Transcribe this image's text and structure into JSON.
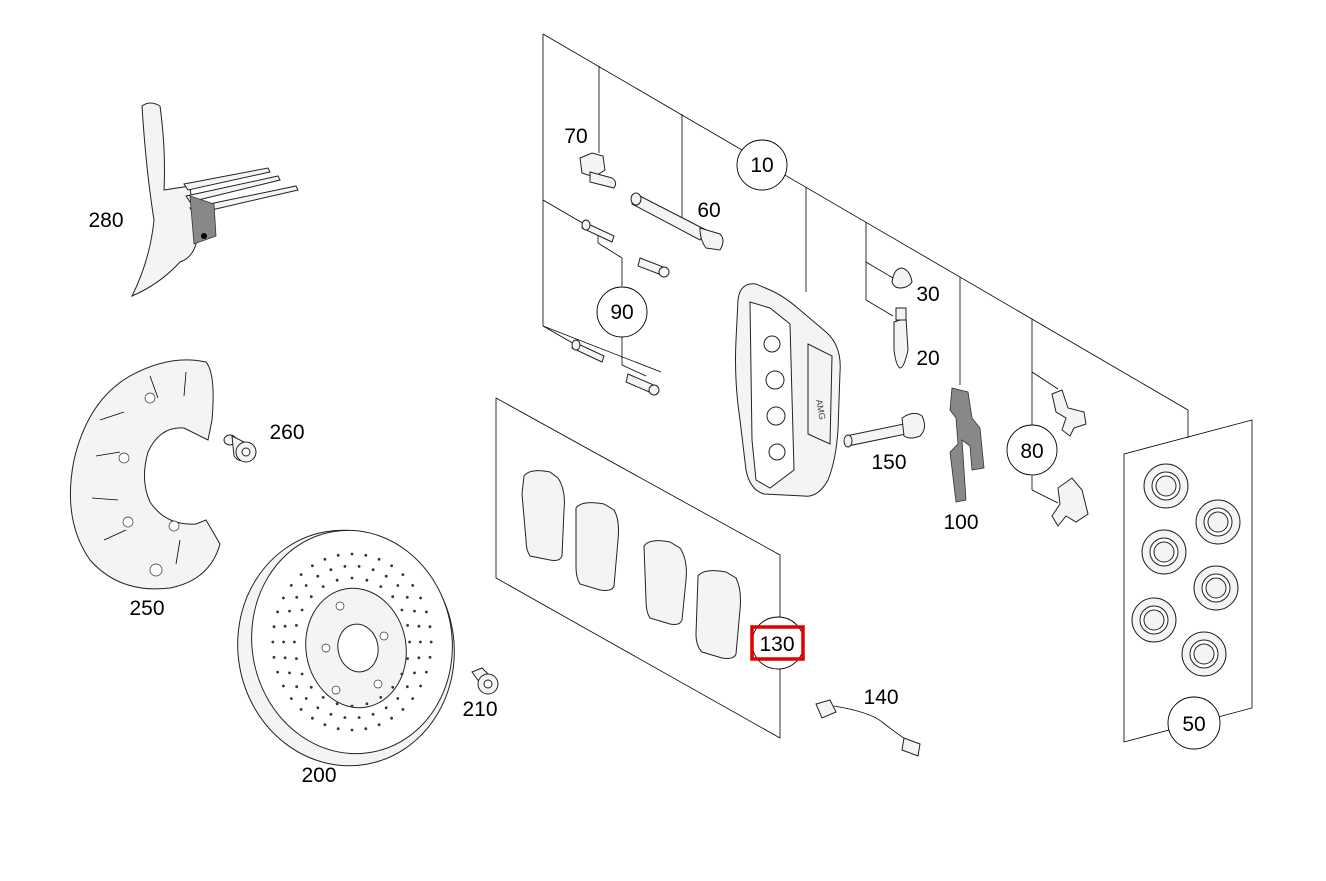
{
  "labels": {
    "p10": "10",
    "p20": "20",
    "p30": "30",
    "p50": "50",
    "p60": "60",
    "p70": "70",
    "p80": "80",
    "p90": "90",
    "p100": "100",
    "p130": "130",
    "p140": "140",
    "p150": "150",
    "p200": "200",
    "p210": "210",
    "p250": "250",
    "p260": "260",
    "p280": "280"
  },
  "highlight": {
    "part": "130",
    "color": "#e00000"
  }
}
